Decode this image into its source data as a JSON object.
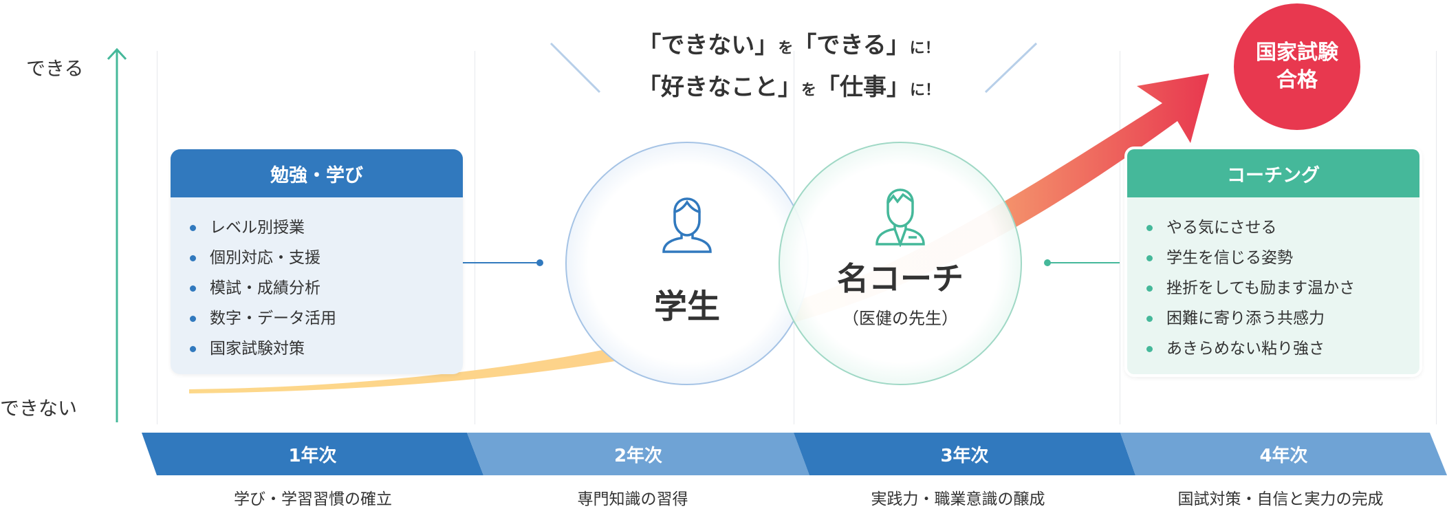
{
  "axis": {
    "top_label": "できる",
    "bottom_label": "できない"
  },
  "headline": {
    "line1": [
      {
        "t": "「できない」",
        "s": false
      },
      {
        "t": "を",
        "s": true
      },
      {
        "t": "「できる」",
        "s": false
      },
      {
        "t": "に！",
        "s": true
      }
    ],
    "line2": [
      {
        "t": "「好きなこと」",
        "s": false
      },
      {
        "t": "を",
        "s": true
      },
      {
        "t": "「仕事」",
        "s": false
      },
      {
        "t": "に！",
        "s": true
      }
    ]
  },
  "goal": {
    "line1": "国家試験",
    "line2": "合格"
  },
  "study_box": {
    "title": "勉強・学び",
    "items": [
      "レベル別授業",
      "個別対応・支援",
      "模試・成績分析",
      "数字・データ活用",
      "国家試験対策"
    ]
  },
  "coaching_box": {
    "title": "コーチング",
    "items": [
      "やる気にさせる",
      "学生を信じる姿勢",
      "挫折をしても励ます温かさ",
      "困難に寄り添う共感力",
      "あきらめない粘り強さ"
    ]
  },
  "student": {
    "label": "学生",
    "icon": "student-icon"
  },
  "coach": {
    "label": "名コーチ",
    "sub": "（医健の先生）",
    "icon": "teacher-icon"
  },
  "timeline": [
    {
      "year": "1年次",
      "desc": "学び・学習習慣の確立"
    },
    {
      "year": "2年次",
      "desc": "専門知識の習得"
    },
    {
      "year": "3年次",
      "desc": "実践力・職業意識の醸成"
    },
    {
      "year": "4年次",
      "desc": "国試対策・自信と実力の完成"
    }
  ],
  "colors": {
    "blue": "#3179be",
    "light_blue": "#6fa3d5",
    "green": "#45b89a",
    "red": "#e8384f",
    "yellow": "#fdd88a",
    "orange": "#f59a6e"
  }
}
